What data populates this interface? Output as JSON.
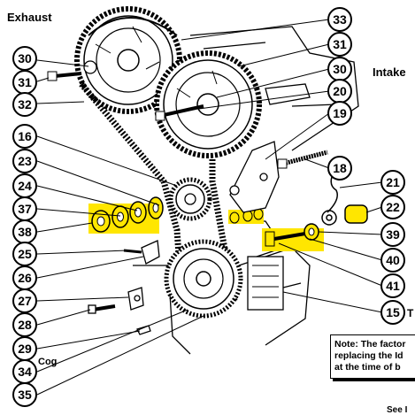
{
  "labels": {
    "exhaust": "Exhaust",
    "intake": "Intake",
    "cog": "Cog",
    "t_partial": "T",
    "see_partial": "See I"
  },
  "note": {
    "line1": "Note: The factor",
    "line2": "replacing the Id",
    "line3": "at the time of b"
  },
  "callouts": [
    "30",
    "31",
    "32",
    "16",
    "23",
    "24",
    "37",
    "38",
    "25",
    "26",
    "27",
    "28",
    "29",
    "34",
    "35",
    "33",
    "31",
    "30",
    "20",
    "19",
    "18",
    "21",
    "22",
    "39",
    "40",
    "41",
    "15"
  ],
  "colors": {
    "highlight": "#ffe600",
    "ink": "#000000"
  }
}
